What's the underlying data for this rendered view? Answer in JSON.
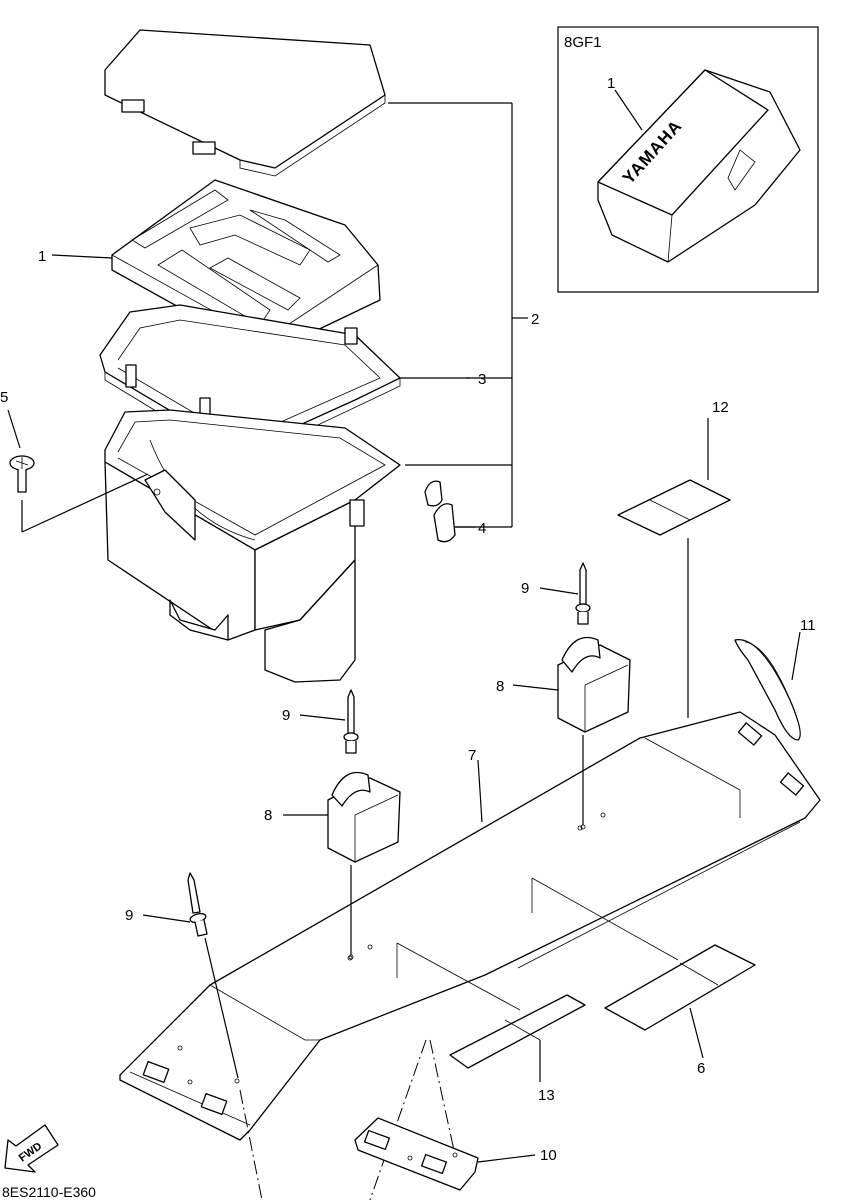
{
  "inset": {
    "code": "8GF1",
    "brand_text": "YAMAHA",
    "callout": "1"
  },
  "callouts": {
    "c1": "1",
    "c2": "2",
    "c3": "3",
    "c4": "4",
    "c5": "5",
    "c6": "6",
    "c7": "7",
    "c8a": "8",
    "c8b": "8",
    "c9a": "9",
    "c9b": "9",
    "c9c": "9",
    "c10": "10",
    "c11": "11",
    "c12": "12",
    "c13": "13"
  },
  "fwd_label": "FWD",
  "drawing_code": "8ES2110-E360"
}
